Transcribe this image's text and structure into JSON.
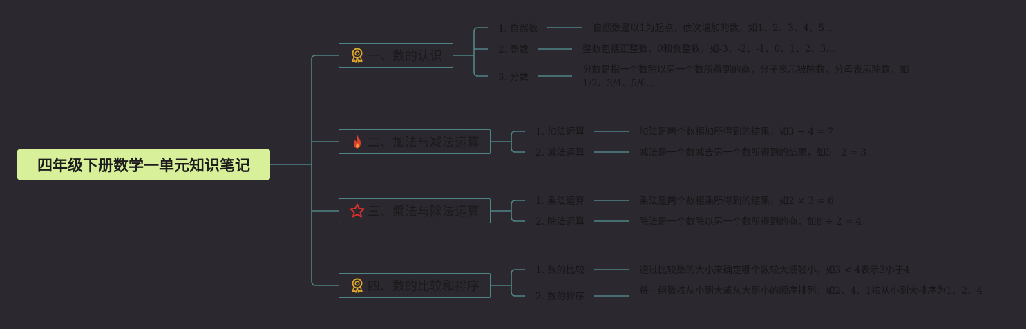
{
  "root": {
    "title": "四年级下册数学一单元知识笔记"
  },
  "topics": [
    {
      "label": "一、数的认识",
      "icon": "medal-icon",
      "children": [
        {
          "label": "1. 自然数",
          "desc": "自然数是以1为起点，依次增加的数，如1、2、3、4、5..."
        },
        {
          "label": "2. 整数",
          "desc": "整数包括正整数、0和负整数，如-3、-2、-1、0、1、2、3..."
        },
        {
          "label": "3. 分数",
          "desc": "分数是指一个数除以另一个数所得到的商，分子表示被除数，分母表示除数，如1/2、3/4、5/6..."
        }
      ]
    },
    {
      "label": "二、加法与减法运算",
      "icon": "fire-icon",
      "children": [
        {
          "label": "1. 加法运算",
          "desc": "加法是两个数相加所得到的结果，如3 + 4 = 7"
        },
        {
          "label": "2. 减法运算",
          "desc": "减法是一个数减去另一个数所得到的结果，如5 - 2 = 3"
        }
      ]
    },
    {
      "label": "三、乘法与除法运算",
      "icon": "star-icon",
      "children": [
        {
          "label": "1. 乘法运算",
          "desc": "乘法是两个数相乘所得到的结果，如2 × 3 = 6"
        },
        {
          "label": "2. 除法运算",
          "desc": "除法是一个数除以另一个数所得到的商，如8 ÷ 2 = 4"
        }
      ]
    },
    {
      "label": "四、数的比较和排序",
      "icon": "medal-icon",
      "children": [
        {
          "label": "1. 数的比较",
          "desc": "通过比较数的大小来确定哪个数较大或较小，如3 < 4表示3小于4"
        },
        {
          "label": "2. 数的排序",
          "desc": "将一组数按从小到大或从大到小的顺序排列，如2、4、1按从小到大排序为1、2、4"
        }
      ]
    }
  ],
  "colors": {
    "background": "#2b2830",
    "root_fill": "#d8f09a",
    "connector": "#4f8585",
    "medal": "#e0a82a",
    "fire": "#e0402a",
    "star": "#d9302a"
  }
}
